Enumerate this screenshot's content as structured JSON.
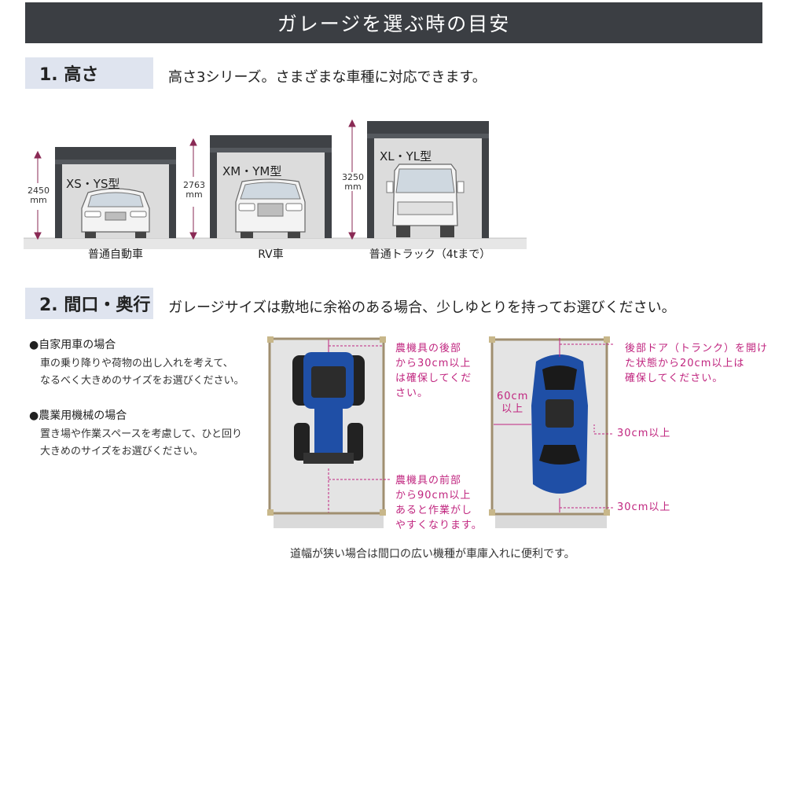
{
  "header": {
    "title": "ガレージを選ぶ時の目安"
  },
  "height_section": {
    "label": "1. 高さ",
    "description": "高さ3シリーズ。さまざまな車種に対応できます。",
    "garages": [
      {
        "height_value": "2450",
        "unit": "mm",
        "model": "XS・YS型",
        "vehicle": "普通自動車"
      },
      {
        "height_value": "2763",
        "unit": "mm",
        "model": "XM・YM型",
        "vehicle": "RV車"
      },
      {
        "height_value": "3250",
        "unit": "mm",
        "model": "XL・YL型",
        "vehicle": "普通トラック（4tまで）"
      }
    ]
  },
  "size_section": {
    "label": "2. 間口・奥行",
    "description": "ガレージサイズは敷地に余裕のある場合、少しゆとりを持ってお選びください。",
    "cases": [
      {
        "title": "●自家用車の場合",
        "lines": [
          "車の乗り降りや荷物の出し入れを考えて、",
          "なるべく大きめのサイズをお選びください。"
        ]
      },
      {
        "title": "●農業用機械の場合",
        "lines": [
          "置き場や作業スペースを考慮して、ひと回り",
          "大きめのサイズをお選びください。"
        ]
      }
    ],
    "tractor_notes": {
      "rear": [
        "農機具の後部",
        "から30cm以上",
        "は確保してくだ",
        "さい。"
      ],
      "front": [
        "農機具の前部",
        "から90cm以上",
        "あると作業がし",
        "やすくなります。"
      ]
    },
    "car_notes": {
      "rear": [
        "後部ドア（トランク）を開け",
        "た状態から20cm以上は",
        "確保してください。"
      ],
      "side_left": [
        "60cm",
        "以上"
      ],
      "side_right": "30cm以上",
      "front": "30cm以上"
    },
    "footnote": "道幅が狭い場合は間口の広い機種が車庫入れに便利です。"
  },
  "colors": {
    "banner": "#3b3e43",
    "label_bg": "#dfe4ef",
    "accent": "#c0257f",
    "vehicle_blue": "#1f4fa6"
  }
}
